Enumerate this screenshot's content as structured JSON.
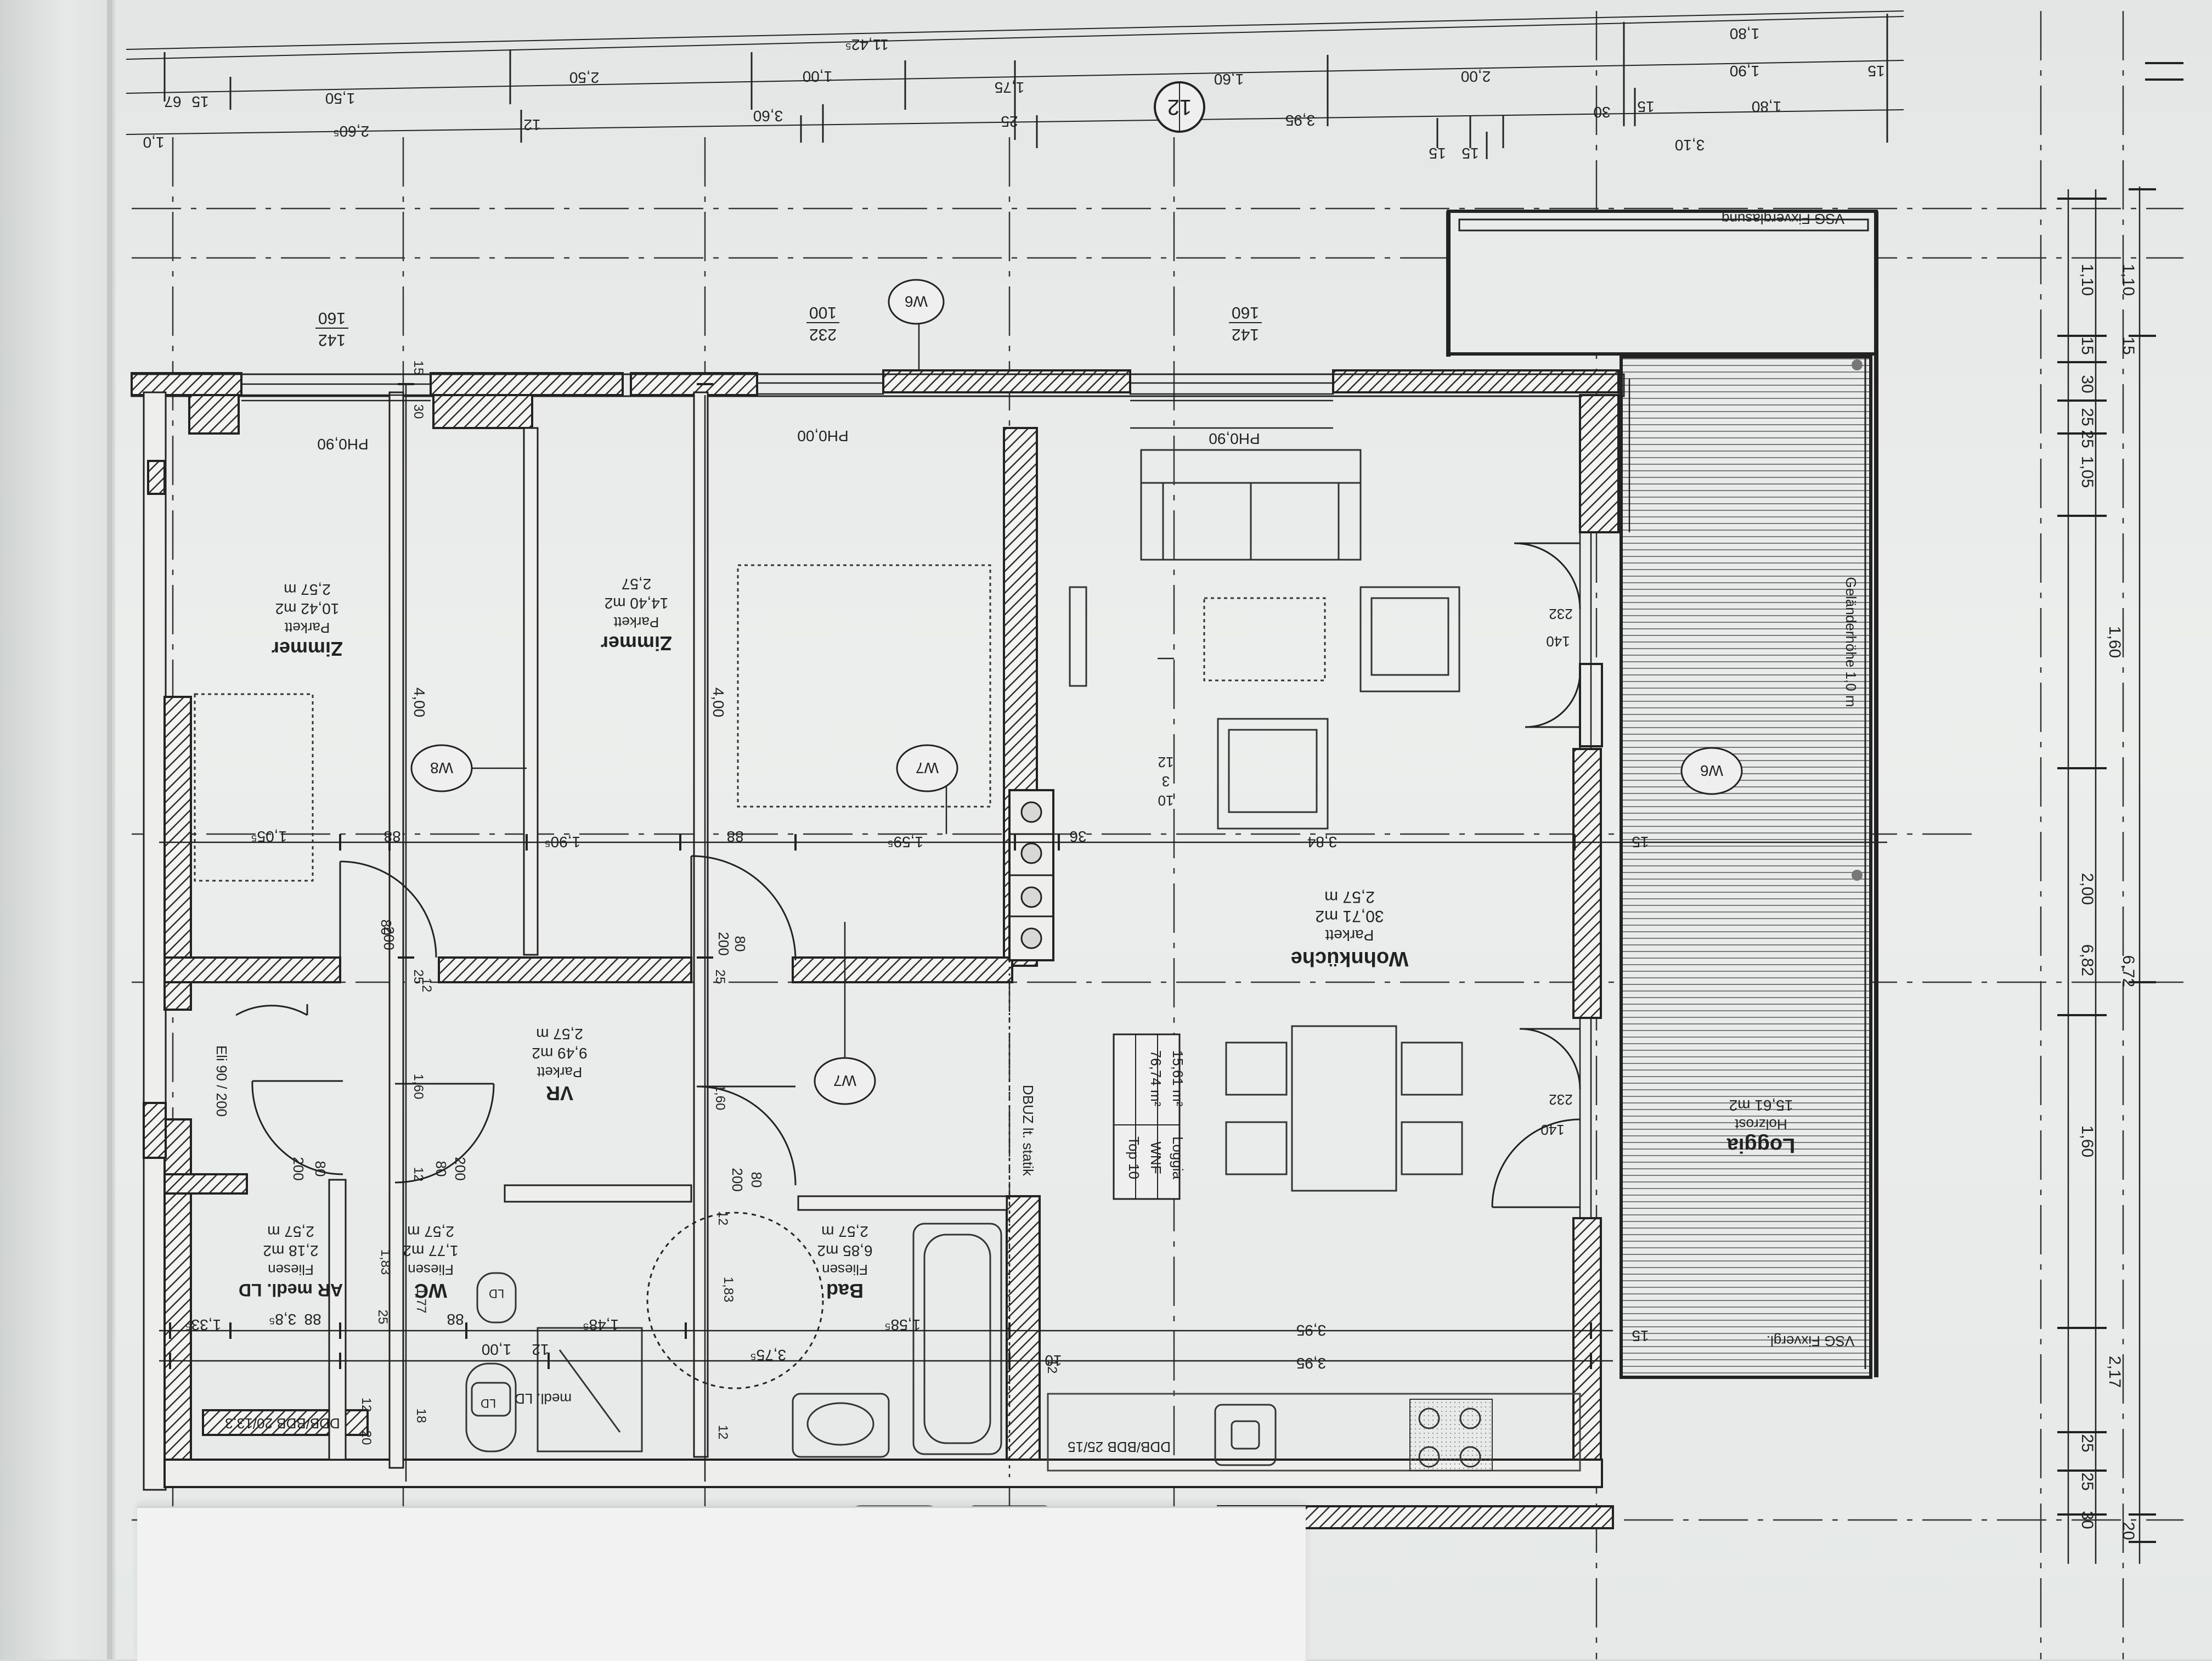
{
  "plan": {
    "top_number": "Top 10",
    "wnf_label": "WNF",
    "wnf_value": "76,74 m²",
    "loggia_label": "Loggia",
    "loggia_value": "15,61 m²",
    "marker_12": "12",
    "leader_numbers": [
      "12",
      "3",
      "10"
    ]
  },
  "rooms": {
    "wohnkueche": {
      "name": "Wohnküche",
      "floor": "Parkett",
      "area": "30,71 m2",
      "height": "2,57 m"
    },
    "zimmer_1": {
      "name": "Zimmer",
      "floor": "Parkett",
      "area": "14,40 m2",
      "height": "2,57"
    },
    "zimmer_2": {
      "name": "Zimmer",
      "floor": "Parkett",
      "area": "10,42 m2",
      "height": "2,57 m"
    },
    "vr": {
      "name": "VR",
      "floor": "Parkett",
      "area": "9,49 m2",
      "height": "2,57 m"
    },
    "bad": {
      "name": "Bad",
      "floor": "Fliesen",
      "area": "6,85 m2",
      "height": "2,57 m"
    },
    "wc": {
      "name": "WC",
      "floor": "Fliesen",
      "area": "1,77 m2",
      "height": "2,57 m"
    },
    "ar": {
      "name": "AR medl. LD",
      "floor": "Fliesen",
      "area": "2,18 m2",
      "height": "2,57 m"
    },
    "loggia": {
      "name": "Loggia",
      "floor": "Holzrost",
      "area": "15,61 m2"
    }
  },
  "labels": {
    "ph_1": "PH0,90",
    "ph_2": "PH0,00",
    "ph_3": "PH0,90",
    "w6_a": "W6",
    "w6_b": "W6",
    "w7_a": "W7",
    "w7_b": "W7",
    "w8": "W8",
    "vsg_top": "VSG Fixverglasung",
    "vsg_bottom": "VSG Fixvergl.",
    "gelander": "Geländerhöhe 1,0 m",
    "dbuz": "DBUZ lt. statik",
    "ddb_1": "DDB/BDB 25/15",
    "ddb_2": "DDB/BDB 20/13,3",
    "medl_ld": "medl. LD",
    "ld": "LD",
    "ld_wc": "LD",
    "eli": "Eli 90 / 200",
    "door_w_1": "140",
    "door_h_1": "232",
    "door_w_2": "140",
    "door_h_2": "232",
    "pair_1a": "160",
    "pair_1b": "142",
    "pair_2a": "100",
    "pair_2b": "232",
    "pair_3a": "160",
    "pair_3b": "142",
    "d_80_200_a_1": "80",
    "d_80_200_a_2": "200",
    "d_80_200_b_1": "80",
    "d_80_200_b_2": "200",
    "d_80_200_c_1": "80",
    "d_80_200_c_2": "200",
    "d_80_200_d_1": "80",
    "d_80_200_d_2": "200",
    "d_80_200_e_1": "80",
    "d_80_200_e_2": "200"
  },
  "dims_top": {
    "row1": [
      "1,80"
    ],
    "row1b": [
      "11,42⁵"
    ],
    "row2": [
      "2,50",
      "1,00",
      "1,60",
      "2,00",
      "1,90"
    ],
    "row3": [
      "67",
      "15",
      "1,50",
      "1,75"
    ],
    "row4": [
      "2,60⁵",
      "12",
      "3,60",
      "25",
      "3,95",
      "30",
      "15",
      "1,80",
      "15",
      "3,10",
      "15"
    ],
    "row4_small": [
      "15",
      "1,0"
    ]
  },
  "dims_right": {
    "outer": [
      "1,10",
      "15",
      "1,60",
      "6,72",
      "2,17",
      "20"
    ],
    "mid": [
      "1,10",
      "15",
      "30",
      "25",
      "25",
      "1,05",
      "2,00",
      "6,82",
      "1,60",
      "25",
      "25",
      "30"
    ]
  },
  "dims_interior": {
    "col_400_a": "4,00",
    "col_400_b": "4,00",
    "row_mid": [
      "1,05⁵",
      "88",
      "1,90⁵",
      "88",
      "1,59⁵",
      "36",
      "3,84",
      "15"
    ],
    "row_bottom_a": [
      "1,33⁵",
      "3,8⁵",
      "88",
      "88",
      "1,48⁵",
      "1,58⁵",
      "3,95"
    ],
    "row_bottom_b": [
      "1,00",
      "12",
      "3,75⁵",
      "10",
      "3,95",
      "15"
    ],
    "small": [
      "12",
      "25",
      "1,60",
      "12",
      "1,77",
      "1,83",
      "1,60",
      "25",
      "15",
      "30",
      "12",
      "12",
      "18",
      "20",
      "25",
      "1,83",
      "12",
      "12"
    ]
  }
}
